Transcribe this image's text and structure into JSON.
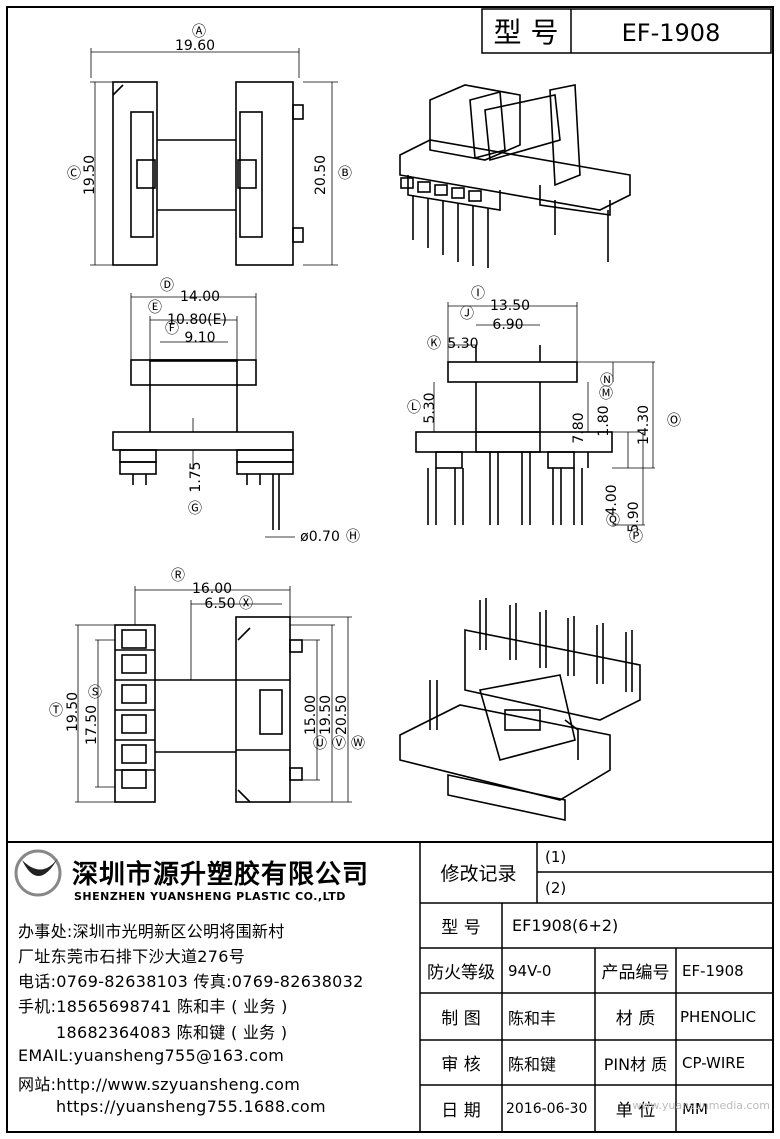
{
  "header": {
    "model_label": "型 号",
    "model_value": "EF-1908"
  },
  "dims": {
    "A": "Ⓐ",
    "a_val": "19.60",
    "B": "Ⓑ",
    "b_val": "20.50",
    "C": "Ⓒ",
    "c_val": "19.50",
    "D": "Ⓓ",
    "d_val": "14.00",
    "E": "Ⓔ",
    "e_val": "10.80(E)",
    "F": "Ⓕ",
    "f_val": "9.10",
    "G": "Ⓖ",
    "g_val": "1.75",
    "H": "Ⓗ",
    "h_val": "ø0.70",
    "I": "Ⓘ",
    "i_val": "13.50",
    "J": "Ⓙ",
    "j_val": "6.90",
    "K": "Ⓚ",
    "k_val": "5.30",
    "L": "Ⓛ",
    "l_val": "5.30",
    "M": "Ⓜ",
    "m_val": "7.80",
    "N": "Ⓝ",
    "n_val": "1.80",
    "O": "Ⓞ",
    "o_val": "14.30",
    "P": "Ⓟ",
    "p_val": "5.90",
    "Q": "Ⓠ",
    "q_val": "4.00",
    "R": "Ⓡ",
    "r_val": "16.00",
    "X": "Ⓧ",
    "x_val": "6.50",
    "S": "Ⓢ",
    "s_val": "17.50",
    "T": "Ⓣ",
    "t_val": "19.50",
    "U": "Ⓤ",
    "u_val": "15.00",
    "V": "Ⓥ",
    "v_val": "19.50",
    "W": "Ⓦ",
    "w_val": "20.50"
  },
  "company": {
    "name_cn": "深圳市源升塑胶有限公司",
    "name_en": "SHENZHEN YUANSHENG PLASTIC CO.,LTD",
    "office": "办事处:深圳市光明新区公明将围新村",
    "factory": "厂址东莞市石排下沙大道276号",
    "phone": "电话:0769-82638103 传真:0769-82638032",
    "mobile1": "手机:18565698741 陈和丰 ( 业务 )",
    "mobile2": "18682364083 陈和键 ( 业务 )",
    "email": "EMAIL:yuansheng755@163.com",
    "web1": "网站:http://www.szyuansheng.com",
    "web2": "https://yuansheng755.1688.com"
  },
  "titleblock": {
    "rev_label": "修改记录",
    "rev1": "(1)",
    "rev2": "(2)",
    "model_label": "型 号",
    "model_value": "EF1908(6+2)",
    "fire_label": "防火等级",
    "fire_value": "94V-0",
    "product_label": "产品编号",
    "product_value": "EF-1908",
    "draw_label": "制 图",
    "draw_value": "陈和丰",
    "material_label": "材 质",
    "material_value": "PHENOLIC",
    "check_label": "审 核",
    "check_value": "陈和键",
    "pin_label": "PIN材 质",
    "pin_value": "CP-WIRE",
    "date_label": "日 期",
    "date_value": "2016-06-30",
    "unit_label": "单 位",
    "unit_value": "MM"
  },
  "watermark": "www.yuansunmedia.com"
}
